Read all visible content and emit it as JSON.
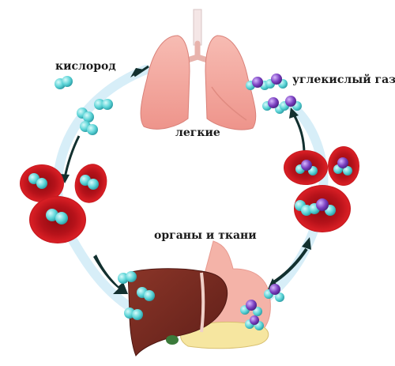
{
  "labels": {
    "oxygen": "кислород",
    "carbon_dioxide": "углекислый газ",
    "lungs": "легкие",
    "organs": "органы и ткани"
  },
  "colors": {
    "background": "#ffffff",
    "cycle_band": "#d7eef8",
    "arrow": "#12302f",
    "lung": "#f3a8a0",
    "blood_cell": "#c4161c",
    "liver": "#7a2a22",
    "stomach": "#f4b3a8",
    "oxygen_molecule": "#5ad3d6",
    "co2_carbon": "#7a3fc0",
    "co2_oxygen": "#5ad3d6"
  },
  "icons": [
    "lungs-icon",
    "red-blood-cell-icon",
    "liver-icon",
    "stomach-icon",
    "oxygen-molecule-icon",
    "carbon-dioxide-molecule-icon"
  ]
}
